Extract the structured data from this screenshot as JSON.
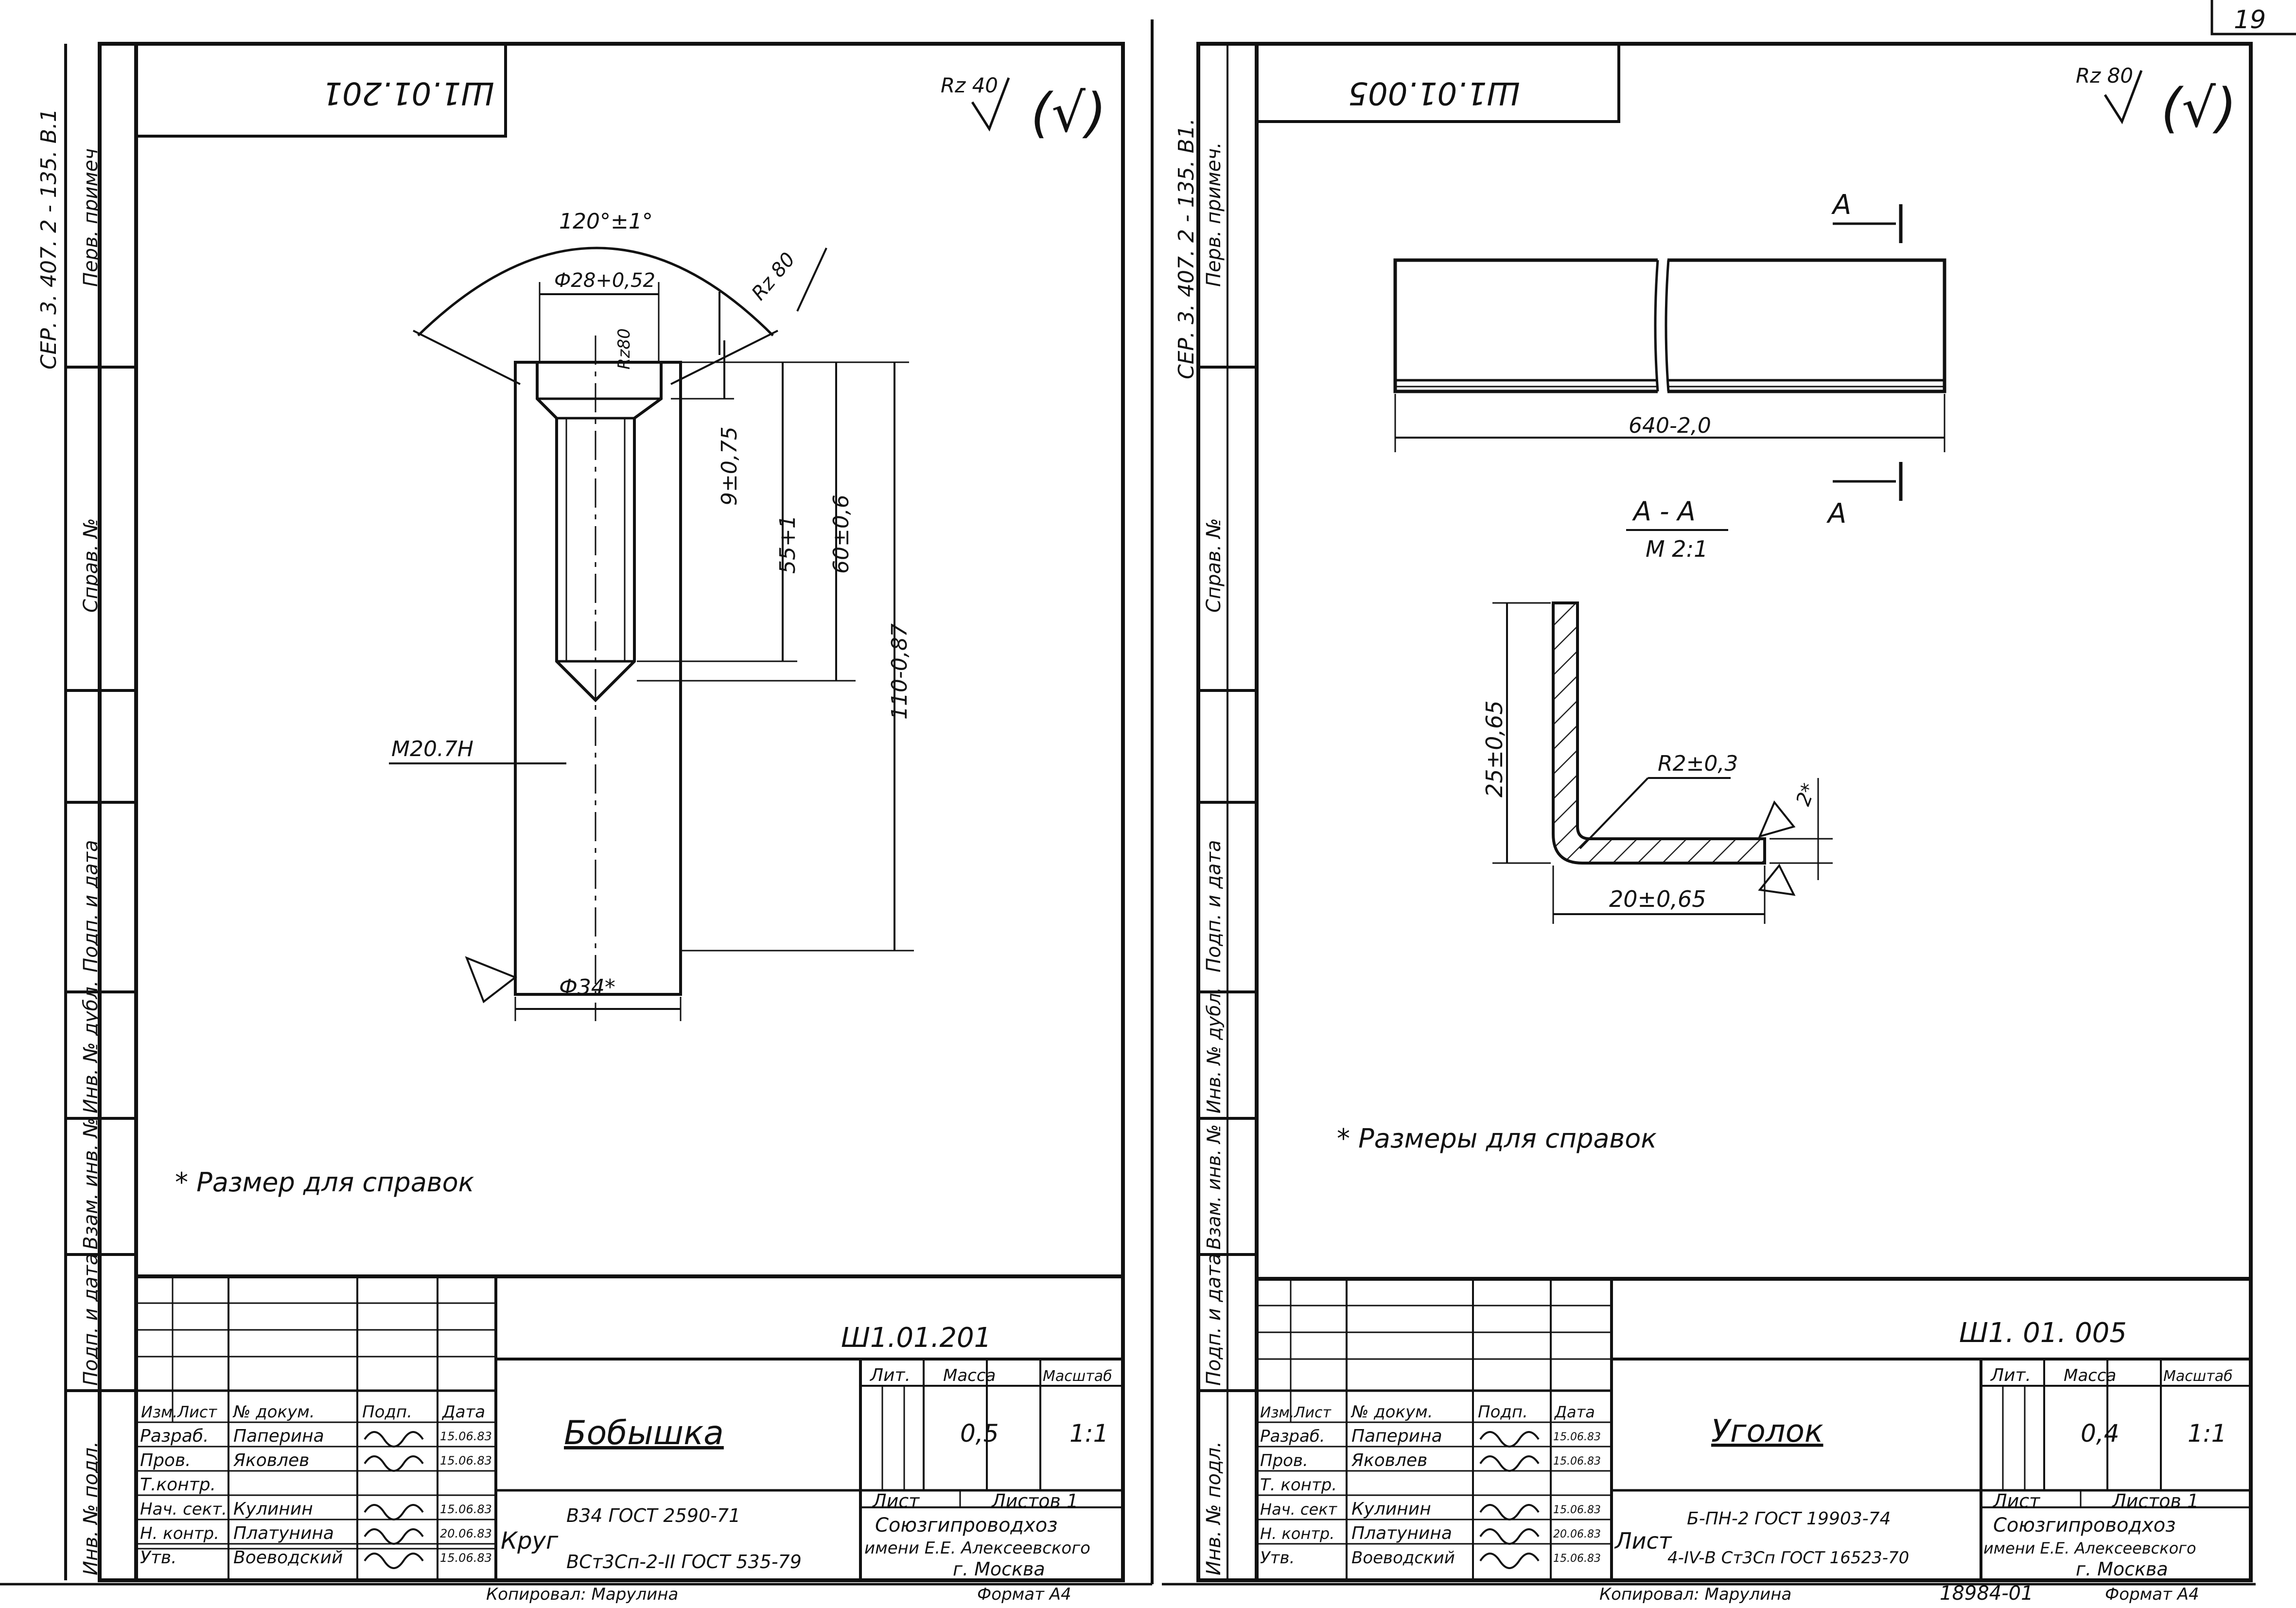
{
  "page_number": "19",
  "left_sheet": {
    "series_code": "СЕР. 3. 407. 2 - 135. В.1",
    "margin_labels": {
      "first_use": "Перв. примеч",
      "ref_no": "Справ. №",
      "sign_date": "Подп. и дата",
      "inv_dup": "Инв. № дубл.",
      "replace_inv": "Взам. инв. №",
      "sign_date2": "Подп. и дата",
      "inv_orig": "Инв. № подл."
    },
    "mirrored_code": "Ш1.01.201",
    "roughness_label": "Rz 40",
    "roughness_symbol": "(√)",
    "dims": {
      "angle": "120°±1°",
      "bore": "Ф28+0,52",
      "rz_cone": "Rz 80",
      "rz_bore": "Rz80",
      "d1": "9±0,75",
      "d2": "55+1",
      "d3": "60±0,6",
      "d4": "110-0,87",
      "thread": "М20.7Н",
      "outer": "Ф34*"
    },
    "note": "* Размер для справок",
    "title_block": {
      "code": "Ш1.01.201",
      "part_name": "Бобышка",
      "headers": {
        "izm": "Изм.",
        "list": "Лист",
        "doc": "№ докум.",
        "sign": "Подп.",
        "date": "Дата"
      },
      "roles": [
        {
          "role": "Разраб.",
          "name": "Паперина",
          "date": "15.06.83"
        },
        {
          "role": "Пров.",
          "name": "Яковлев",
          "date": "15.06.83"
        },
        {
          "role": "Т.контр.",
          "name": "",
          "date": ""
        },
        {
          "role": "Нач. сект.",
          "name": "Кулинин",
          "date": "15.06.83"
        },
        {
          "role": "Н. контр.",
          "name": "Платунина",
          "date": "20.06.83"
        },
        {
          "role": "Утв.",
          "name": "Воеводский",
          "date": "15.06.83"
        }
      ],
      "lit": "Лит.",
      "mass_label": "Масса",
      "scale_label": "Масштаб",
      "mass": "0,5",
      "scale": "1:1",
      "sheet": "Лист",
      "sheets": "Листов 1",
      "material_prefix": "Круг",
      "material_top": "В34 ГОСТ 2590-71",
      "material_bottom": "ВСт3Сп-2-II ГОСТ 535-79",
      "org_line1": "Союзгипроводхоз",
      "org_line2": "имени Е.Е. Алексеевского",
      "org_line3": "г. Москва",
      "copied_by": "Копировал: Марулина",
      "format": "Формат А4"
    }
  },
  "right_sheet": {
    "series_code": "СЕР. 3. 407. 2 - 135. В1.",
    "margin_labels": {
      "first_use": "Перв. примеч.",
      "ref_no": "Справ. №",
      "sign_date": "Подп. и дата",
      "inv_dup": "Инв. № дубл.",
      "replace_inv": "Взам. инв. №",
      "sign_date2": "Подп. и дата",
      "inv_orig": "Инв. № подл."
    },
    "mirrored_code": "Ш1.01.005",
    "roughness_label": "Rz 80",
    "roughness_symbol": "(√)",
    "dims": {
      "section_mark": "А",
      "length": "640-2,0",
      "section_title": "А - А",
      "section_scale": "М 2:1",
      "height": "25±0,65",
      "radius": "R2±0,3",
      "thickness": "2*",
      "width": "20±0,65"
    },
    "note": "* Размеры для справок",
    "title_block": {
      "code": "Ш1. 01. 005",
      "part_name": "Уголок",
      "headers": {
        "izm": "Изм.",
        "list": "Лист",
        "doc": "№ докум.",
        "sign": "Подп.",
        "date": "Дата"
      },
      "roles": [
        {
          "role": "Разраб.",
          "name": "Паперина",
          "date": "15.06.83"
        },
        {
          "role": "Пров.",
          "name": "Яковлев",
          "date": "15.06.83"
        },
        {
          "role": "Т. контр.",
          "name": "",
          "date": ""
        },
        {
          "role": "Нач. сект",
          "name": "Кулинин",
          "date": "15.06.83"
        },
        {
          "role": "Н. контр.",
          "name": "Платунина",
          "date": "20.06.83"
        },
        {
          "role": "Утв.",
          "name": "Воеводский",
          "date": "15.06.83"
        }
      ],
      "lit": "Лит.",
      "mass_label": "Масса",
      "scale_label": "Масштаб",
      "mass": "0,4",
      "scale": "1:1",
      "sheet": "Лист",
      "sheets": "Листов 1",
      "material_prefix": "Лист",
      "material_top": "Б-ПН-2 ГОСТ 19903-74",
      "material_bottom": "4-IV-В Ст3Сп ГОСТ 16523-70",
      "org_line1": "Союзгипроводхоз",
      "org_line2": "имени Е.Е. Алексеевского",
      "org_line3": "г. Москва",
      "copied_by": "Копировал: Марулина",
      "inventory": "18984-01",
      "format": "Формат А4"
    }
  }
}
